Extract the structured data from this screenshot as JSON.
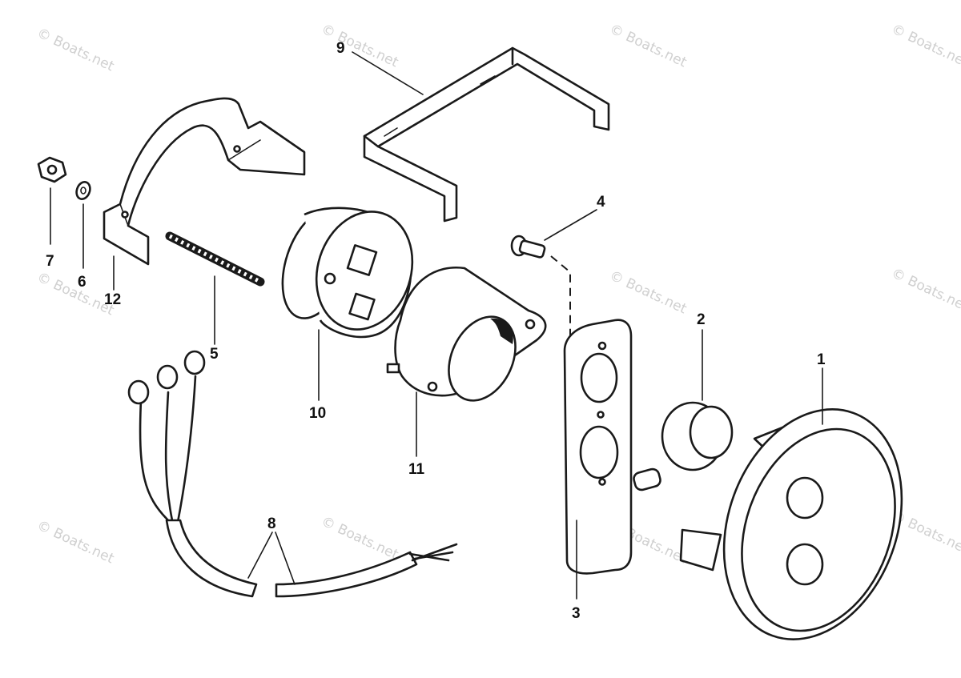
{
  "watermark": "© Boats.net",
  "callouts": {
    "c1": "1",
    "c2": "2",
    "c3": "3",
    "c4": "4",
    "c5": "5",
    "c6": "6",
    "c7": "7",
    "c8": "8",
    "c9": "9",
    "c10": "10",
    "c11": "11",
    "c12": "12"
  },
  "colors": {
    "ink": "#1a1a1a",
    "watermark": "#d0d0d0",
    "background": "#ffffff"
  }
}
